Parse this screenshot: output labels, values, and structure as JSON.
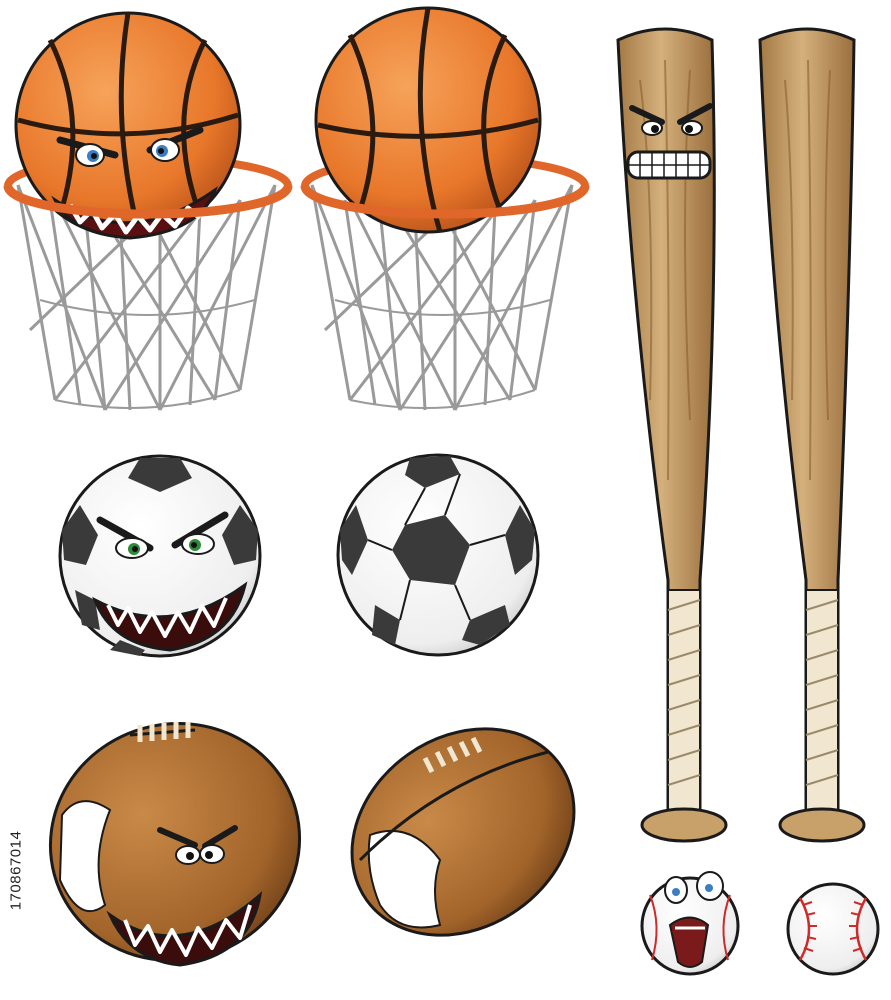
{
  "stock_id": "170867014",
  "colors": {
    "basketball": "#e8772a",
    "basketball_seam": "#2b1a0f",
    "rim": "#e0662a",
    "net": "#ffffff",
    "soccer_patch": "#3a3a3a",
    "football": "#a2642a",
    "bat_wood": "#c7a06a",
    "bat_grip": "#f1e6cf",
    "baseball_stitch": "#cc2b2b",
    "outline": "#1a1a1a"
  },
  "items": [
    {
      "name": "angry-basketball-in-hoop",
      "face": "angry"
    },
    {
      "name": "basketball-in-hoop",
      "face": "none"
    },
    {
      "name": "angry-baseball-bat",
      "face": "angry"
    },
    {
      "name": "baseball-bat",
      "face": "none"
    },
    {
      "name": "angry-soccer-ball",
      "face": "angry"
    },
    {
      "name": "soccer-ball",
      "face": "none"
    },
    {
      "name": "angry-football",
      "face": "angry"
    },
    {
      "name": "football",
      "face": "none"
    },
    {
      "name": "scared-baseball",
      "face": "scared"
    },
    {
      "name": "baseball",
      "face": "none"
    }
  ]
}
